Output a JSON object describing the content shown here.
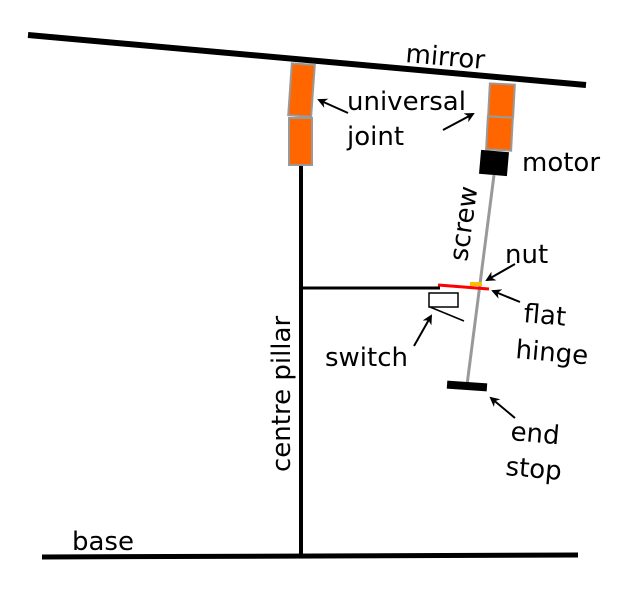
{
  "labels": {
    "mirror": "mirror",
    "universal": "universal",
    "joint": "joint",
    "motor": "motor",
    "screw": "screw",
    "nut": "nut",
    "flat": "flat",
    "hinge": "hinge",
    "switch": "switch",
    "centre_pillar": "centre pillar",
    "end": "end",
    "stop": "stop",
    "base": "base"
  },
  "colors": {
    "joint": "#ff6600",
    "joint_border": "#999999",
    "screw": "#999999",
    "hinge": "#ff0000",
    "nut": "#ffbb00"
  }
}
